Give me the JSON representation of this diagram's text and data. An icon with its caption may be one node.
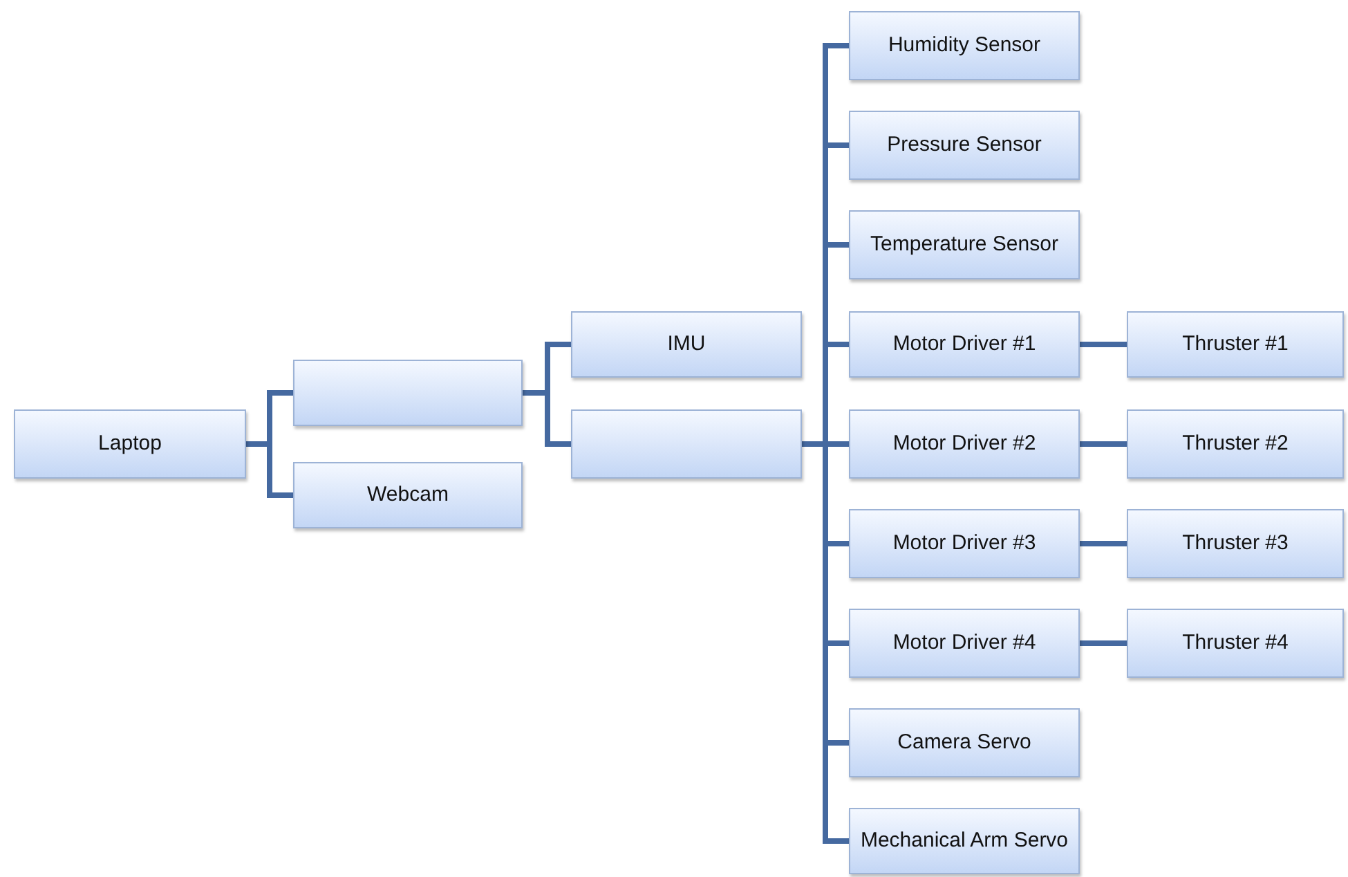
{
  "diagram": {
    "nodes": [
      {
        "text": [
          "Laptop"
        ]
      },
      {
        "text": [],
        "shape": "box"
      },
      {
        "text": [
          "Webcam"
        ]
      },
      {
        "text": [
          "IMU"
        ]
      },
      {
        "text": [],
        "shape": "box"
      },
      {
        "text": [
          "Humidity Sensor"
        ]
      },
      {
        "text": [
          "Pressure Sensor"
        ]
      },
      {
        "text": [
          "Temperature Sensor"
        ]
      },
      {
        "text": [
          "Motor Driver #1"
        ]
      },
      {
        "text": [
          "Motor Driver #2"
        ]
      },
      {
        "text": [
          "Motor Driver #3"
        ]
      },
      {
        "text": [
          "Motor Driver #4"
        ]
      },
      {
        "text": [
          "Camera Servo"
        ]
      },
      {
        "text": [
          "Mechanical Arm Servo"
        ]
      },
      {
        "text": [
          "Thruster #1"
        ]
      },
      {
        "text": [
          "Thruster #2"
        ]
      },
      {
        "text": [
          "Thruster #3"
        ]
      },
      {
        "text": [
          "Thruster #4"
        ]
      }
    ],
    "edges": [
      {
        "from": 0,
        "to": 1,
        "arrow": "none"
      },
      {
        "from": 0,
        "to": 2,
        "arrow": "none"
      },
      {
        "from": 1,
        "to": 3,
        "arrow": "none"
      },
      {
        "from": 1,
        "to": 4,
        "arrow": "none"
      },
      {
        "from": 4,
        "to": 5,
        "arrow": "none"
      },
      {
        "from": 4,
        "to": 6,
        "arrow": "none"
      },
      {
        "from": 4,
        "to": 7,
        "arrow": "none"
      },
      {
        "from": 4,
        "to": 8,
        "arrow": "none"
      },
      {
        "from": 4,
        "to": 9,
        "arrow": "none"
      },
      {
        "from": 4,
        "to": 10,
        "arrow": "none"
      },
      {
        "from": 4,
        "to": 11,
        "arrow": "none"
      },
      {
        "from": 4,
        "to": 12,
        "arrow": "none"
      },
      {
        "from": 4,
        "to": 13,
        "arrow": "none"
      },
      {
        "from": 8,
        "to": 14,
        "arrow": "none"
      },
      {
        "from": 9,
        "to": 15,
        "arrow": "none"
      },
      {
        "from": 10,
        "to": 16,
        "arrow": "none"
      },
      {
        "from": 11,
        "to": 17,
        "arrow": "none"
      }
    ]
  }
}
